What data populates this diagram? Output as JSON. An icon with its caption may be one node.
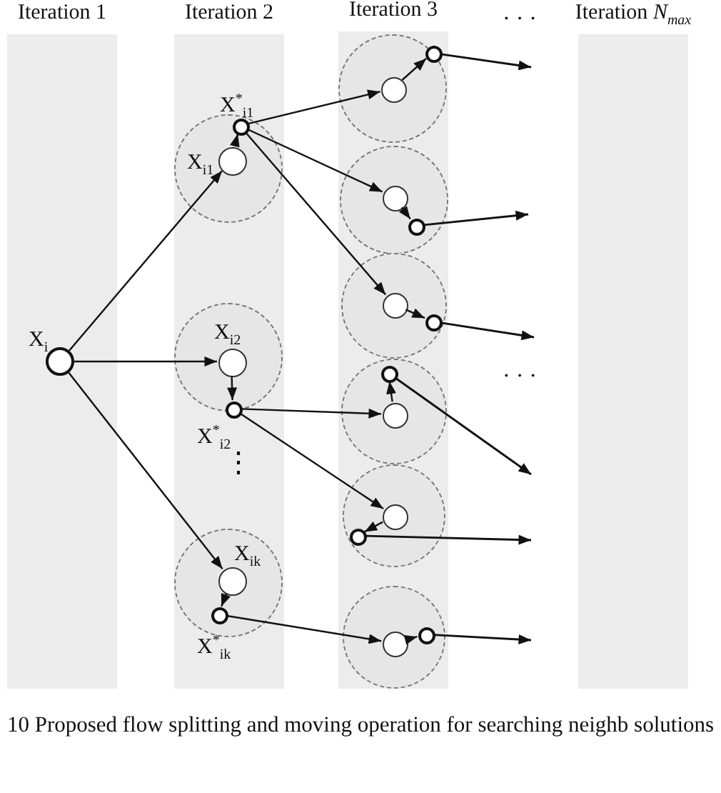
{
  "diagram": {
    "caption": "10 Proposed flow splitting and moving operation for searching neighb solutions",
    "nodes": [
      {
        "text": [
          "Iteration 1"
        ]
      },
      {
        "text": [
          "X$_{i}$"
        ],
        "in": 0
      },
      {
        "text": [
          "Iteration 2"
        ]
      },
      {
        "text": [],
        "shape": "circle",
        "in": 2
      },
      {
        "text": [
          "X$^{*}$$_{i1}$"
        ],
        "in": 3
      },
      {
        "text": [
          "X$_{i1}$"
        ],
        "in": 3
      },
      {
        "text": [],
        "shape": "circle",
        "in": 2
      },
      {
        "text": [
          "X$_{i2}$"
        ],
        "in": 6
      },
      {
        "text": [
          "X$^{*}$$_{i2}$"
        ],
        "in": 6
      },
      {
        "text": [],
        "shape": "circle",
        "in": 2
      },
      {
        "text": [
          "X$_{ik}$"
        ],
        "in": 9
      },
      {
        "text": [
          "X$^{*}$$_{ik}$"
        ],
        "in": 9
      },
      {
        "text": [
          "Iteration 3"
        ]
      },
      {
        "text": [],
        "shape": "circle",
        "in": 12
      },
      {
        "text": [],
        "shape": "circle",
        "in": 13
      },
      {
        "text": [],
        "shape": "circle",
        "in": 13
      },
      {
        "text": [],
        "shape": "circle",
        "in": 12
      },
      {
        "text": [],
        "shape": "circle",
        "in": 16
      },
      {
        "text": [],
        "shape": "circle",
        "in": 16
      },
      {
        "text": [],
        "shape": "circle",
        "in": 12
      },
      {
        "text": [],
        "shape": "circle",
        "in": 19
      },
      {
        "text": [],
        "shape": "circle",
        "in": 19
      },
      {
        "text": [],
        "shape": "circle",
        "in": 12
      },
      {
        "text": [],
        "shape": "circle",
        "in": 22
      },
      {
        "text": [],
        "shape": "circle",
        "in": 22
      },
      {
        "text": [],
        "shape": "circle",
        "in": 12
      },
      {
        "text": [],
        "shape": "circle",
        "in": 25
      },
      {
        "text": [],
        "shape": "circle",
        "in": 25
      },
      {
        "text": [],
        "shape": "circle",
        "in": 12
      },
      {
        "text": [],
        "shape": "circle",
        "in": 28
      },
      {
        "text": [],
        "shape": "circle",
        "in": 28
      },
      {
        "text": [
          "Iteration *N*$_{max}$"
        ]
      }
    ],
    "edges": [
      {
        "from": 1,
        "to": 5,
        "arrow": "to"
      },
      {
        "from": 1,
        "to": 7,
        "arrow": "to"
      },
      {
        "from": 1,
        "to": 10,
        "arrow": "to"
      },
      {
        "from": 5,
        "to": 4,
        "arrow": "to"
      },
      {
        "from": 7,
        "to": 8,
        "arrow": "to"
      },
      {
        "from": 10,
        "to": 11,
        "arrow": "to"
      },
      {
        "from": 4,
        "to": 15,
        "arrow": "to"
      },
      {
        "from": 4,
        "to": 17,
        "arrow": "to"
      },
      {
        "from": 4,
        "to": 20,
        "arrow": "to"
      },
      {
        "from": 8,
        "to": 24,
        "arrow": "to"
      },
      {
        "from": 8,
        "to": 26,
        "arrow": "to"
      },
      {
        "from": 11,
        "to": 29,
        "arrow": "to"
      },
      {
        "from": 15,
        "to": 14,
        "arrow": "to"
      },
      {
        "from": 14,
        "to": null,
        "arrow": "to"
      },
      {
        "from": 17,
        "to": 18,
        "arrow": "to"
      },
      {
        "from": 18,
        "to": null,
        "arrow": "to"
      },
      {
        "from": 20,
        "to": 21,
        "arrow": "to"
      },
      {
        "from": 21,
        "to": null,
        "arrow": "to"
      },
      {
        "from": 24,
        "to": 23,
        "arrow": "to"
      },
      {
        "from": 23,
        "to": null,
        "arrow": "to"
      },
      {
        "from": 26,
        "to": 27,
        "arrow": "to"
      },
      {
        "from": 27,
        "to": null,
        "arrow": "to"
      },
      {
        "from": 29,
        "to": 30,
        "arrow": "to"
      },
      {
        "from": 30,
        "to": null,
        "arrow": "to"
      }
    ],
    "labels": [
      "· · ·",
      "· · ·",
      "⋮"
    ]
  }
}
